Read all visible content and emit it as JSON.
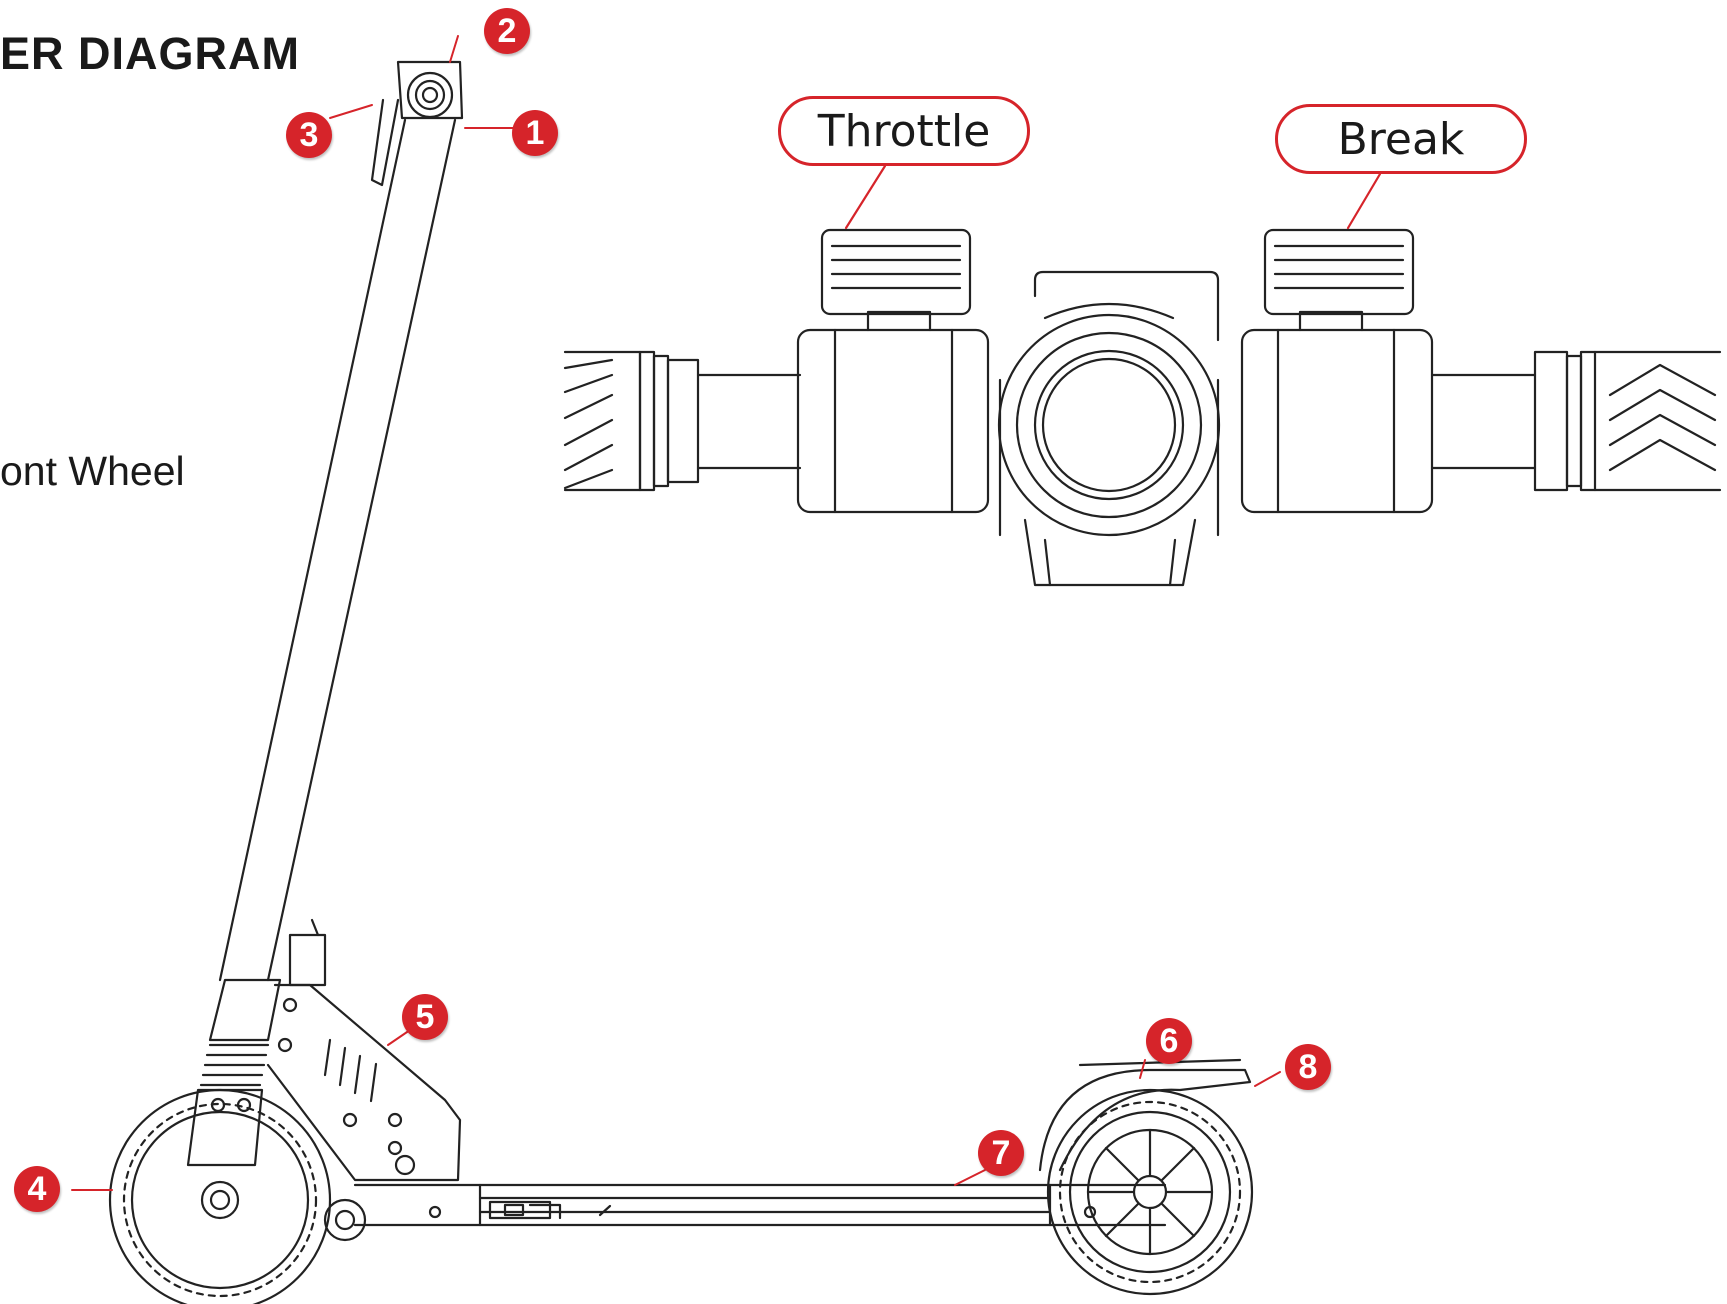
{
  "title": "ER DIAGRAM",
  "side_label": "ont Wheel",
  "callouts": {
    "throttle": "Throttle",
    "brake": "Break"
  },
  "markers": [
    "1",
    "2",
    "3",
    "4",
    "5",
    "6",
    "7",
    "8"
  ],
  "colors": {
    "accent": "#d6242a",
    "line": "#222222",
    "background": "#ffffff"
  }
}
